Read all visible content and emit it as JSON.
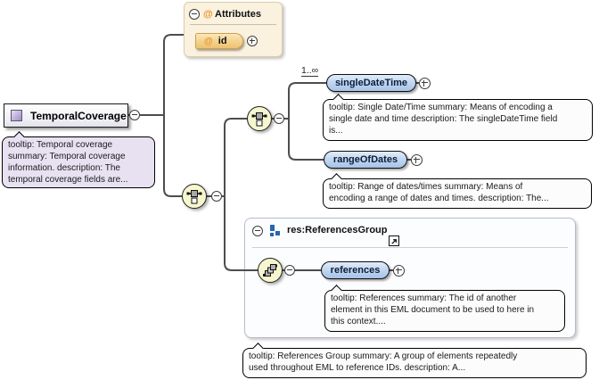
{
  "root": {
    "label": "TemporalCoverage",
    "tooltip": [
      "tooltip: Temporal coverage",
      "summary: Temporal coverage",
      "information. description: The",
      "temporal coverage fields are..."
    ]
  },
  "attributes": {
    "title": "Attributes",
    "at_symbol": "@",
    "items": [
      {
        "at": "@",
        "name": "id"
      }
    ]
  },
  "choice": {
    "cardinality": "1..∞",
    "single_date_time": {
      "label": "singleDateTime",
      "tooltip": [
        "tooltip: Single Date/Time summary: Means of encoding a",
        "single date and time description: The singleDateTime field",
        "is..."
      ]
    },
    "range_of_dates": {
      "label": "rangeOfDates",
      "tooltip": [
        "tooltip: Range of dates/times summary: Means of",
        "encoding a range of dates and times. description: The..."
      ]
    }
  },
  "references_group": {
    "title": "res:ReferencesGroup",
    "references": {
      "label": "references",
      "tooltip": [
        "tooltip: References summary: The id of another",
        "element in this EML document to be used to here in",
        "this context...."
      ]
    },
    "tooltip": [
      "tooltip: References Group summary: A group of elements repeatedly",
      "used throughout EML to reference IDs. description: A..."
    ]
  },
  "colors": {
    "connector": "#4d4d4d",
    "compositor_fill": "#f7f7cf",
    "element_pill_top": "#e2ecfa",
    "element_pill_bottom": "#a5c3e8",
    "attributes_bg": "#faf1de",
    "attribute_pill": "#eec26e",
    "tooltip_purple_bg": "#e7e1f2",
    "tooltip_white_bg": "#fcfcfc",
    "group_icon_blue": "#2766ae",
    "at_orange": "#eb9226"
  }
}
